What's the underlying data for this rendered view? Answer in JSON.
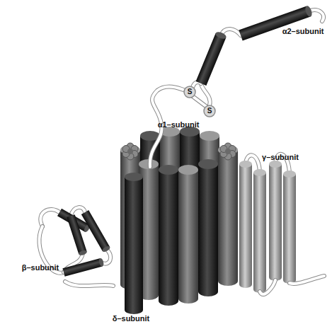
{
  "diagram": {
    "labels": [
      "α2–subunit",
      "S",
      "S",
      "α1–subunit",
      "γ–subunit",
      "β–subunit",
      "δ–subunit"
    ]
  }
}
